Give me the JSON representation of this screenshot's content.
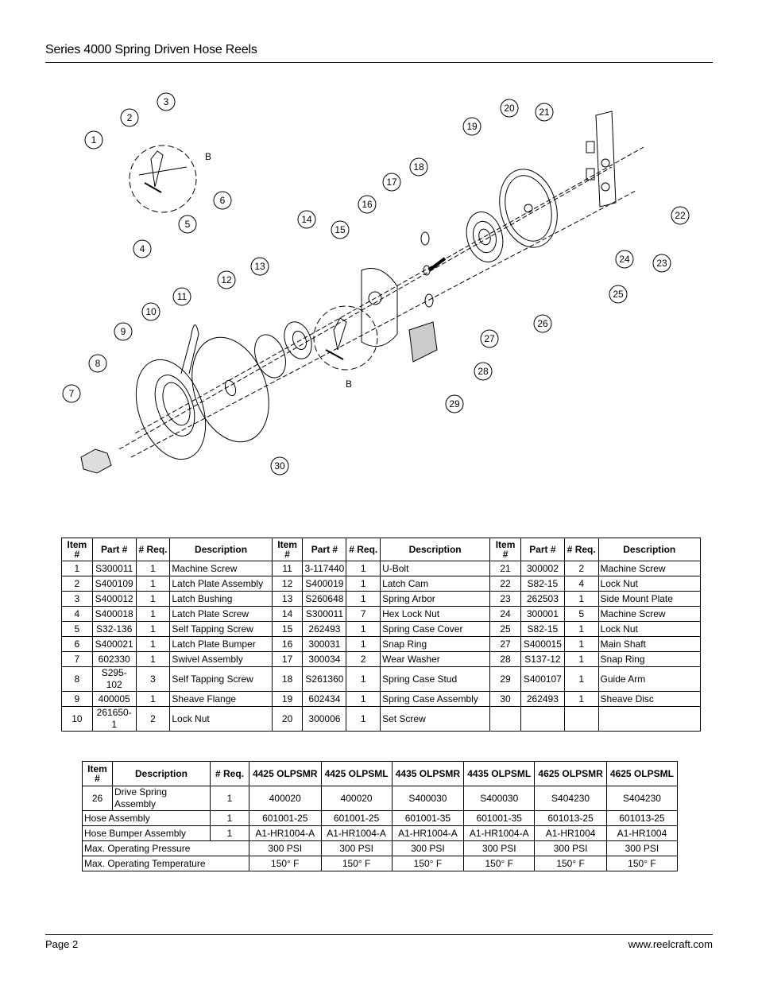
{
  "header": {
    "title": "Series 4000 Spring Driven Hose Reels"
  },
  "footer": {
    "page": "Page 2",
    "website": "www.reelcraft.com"
  },
  "diagram": {
    "callouts": [
      "1",
      "2",
      "3",
      "4",
      "5",
      "6",
      "7",
      "8",
      "9",
      "10",
      "11",
      "12",
      "13",
      "14",
      "15",
      "16",
      "17",
      "18",
      "19",
      "20",
      "21",
      "22",
      "23",
      "24",
      "25",
      "26",
      "27",
      "28",
      "29",
      "30"
    ],
    "detail_labels": [
      "B",
      "B"
    ]
  },
  "parts_table": {
    "headers": [
      "Item #",
      "Part #",
      "# Req.",
      "Description",
      "Item #",
      "Part #",
      "# Req.",
      "Description",
      "Item #",
      "Part #",
      "# Req.",
      "Description"
    ],
    "rows": [
      [
        "1",
        "S300011",
        "1",
        "Machine Screw",
        "11",
        "3-117440",
        "1",
        "U-Bolt",
        "21",
        "300002",
        "2",
        "Machine Screw"
      ],
      [
        "2",
        "S400109",
        "1",
        "Latch Plate Assembly",
        "12",
        "S400019",
        "1",
        "Latch Cam",
        "22",
        "S82-15",
        "4",
        "Lock Nut"
      ],
      [
        "3",
        "S400012",
        "1",
        "Latch Bushing",
        "13",
        "S260648",
        "1",
        "Spring Arbor",
        "23",
        "262503",
        "1",
        "Side Mount Plate"
      ],
      [
        "4",
        "S400018",
        "1",
        "Latch Plate Screw",
        "14",
        "S300011",
        "7",
        "Hex Lock Nut",
        "24",
        "300001",
        "5",
        "Machine Screw"
      ],
      [
        "5",
        "S32-136",
        "1",
        "Self Tapping Screw",
        "15",
        "262493",
        "1",
        "Spring Case Cover",
        "25",
        "S82-15",
        "1",
        "Lock Nut"
      ],
      [
        "6",
        "S400021",
        "1",
        "Latch Plate Bumper",
        "16",
        "300031",
        "1",
        "Snap Ring",
        "27",
        "S400015",
        "1",
        "Main Shaft"
      ],
      [
        "7",
        "602330",
        "1",
        "Swivel Assembly",
        "17",
        "300034",
        "2",
        "Wear Washer",
        "28",
        "S137-12",
        "1",
        "Snap Ring"
      ],
      [
        "8",
        "S295-102",
        "3",
        "Self Tapping Screw",
        "18",
        "S261360",
        "1",
        "Spring Case Stud",
        "29",
        "S400107",
        "1",
        "Guide Arm"
      ],
      [
        "9",
        "400005",
        "1",
        "Sheave Flange",
        "19",
        "602434",
        "1",
        "Spring Case Assembly",
        "30",
        "262493",
        "1",
        "Sheave Disc"
      ],
      [
        "10",
        "261650-1",
        "2",
        "Lock Nut",
        "20",
        "300006",
        "1",
        "Set Screw",
        "",
        "",
        "",
        ""
      ]
    ]
  },
  "models_table": {
    "headers": [
      "Item #",
      "Description",
      "# Req.",
      "4425 OLPSMR",
      "4425 OLPSML",
      "4435 OLPSMR",
      "4435 OLPSML",
      "4625 OLPSMR",
      "4625 OLPSML"
    ],
    "rows": [
      {
        "item": "26",
        "description": "Drive Spring Assembly",
        "req": "1",
        "values": [
          "400020",
          "400020",
          "S400030",
          "S400030",
          "S404230",
          "S404230"
        ]
      },
      {
        "label": "Hose Assembly",
        "req": "1",
        "values": [
          "601001-25",
          "601001-25",
          "601001-35",
          "601001-35",
          "601013-25",
          "601013-25"
        ]
      },
      {
        "label": "Hose Bumper Assembly",
        "req": "1",
        "values": [
          "A1-HR1004-A",
          "A1-HR1004-A",
          "A1-HR1004-A",
          "A1-HR1004-A",
          "A1-HR1004",
          "A1-HR1004"
        ]
      },
      {
        "label": "Max. Operating Pressure",
        "values": [
          "300 PSI",
          "300 PSI",
          "300 PSI",
          "300 PSI",
          "300 PSI",
          "300 PSI"
        ]
      },
      {
        "label": "Max. Operating Temperature",
        "values": [
          "150° F",
          "150° F",
          "150° F",
          "150° F",
          "150° F",
          "150° F"
        ]
      }
    ]
  }
}
